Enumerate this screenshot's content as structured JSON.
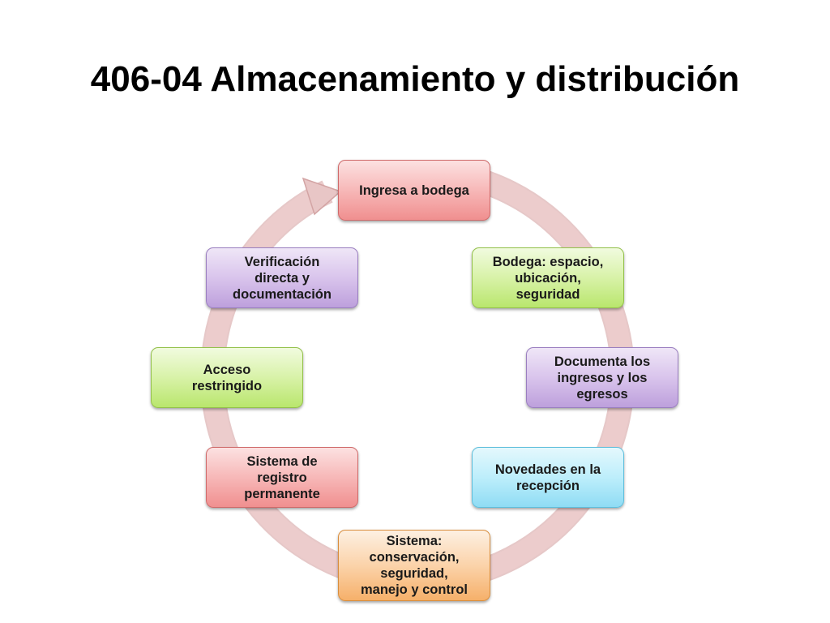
{
  "title": "406-04 Almacenamiento y distribución",
  "cycle": {
    "nodes": [
      {
        "label": "Ingresa a bodega",
        "color": "red"
      },
      {
        "label": "Bodega: espacio,\nubicación,\nseguridad",
        "color": "green"
      },
      {
        "label": "Documenta los\ningresos y los\negresos",
        "color": "purple"
      },
      {
        "label": "Novedades en la\nrecepción",
        "color": "blue"
      },
      {
        "label": "Sistema:\nconservación,\nseguridad,\nmanejo y control",
        "color": "orange"
      },
      {
        "label": "Sistema de\nregistro\npermanente",
        "color": "red"
      },
      {
        "label": "Acceso\nrestringido",
        "color": "green"
      },
      {
        "label": "Verificación\ndirecta y\ndocumentación",
        "color": "purple"
      }
    ],
    "ring_color": "#e6c4c4",
    "ring_stroke": "#d9aaaa"
  }
}
